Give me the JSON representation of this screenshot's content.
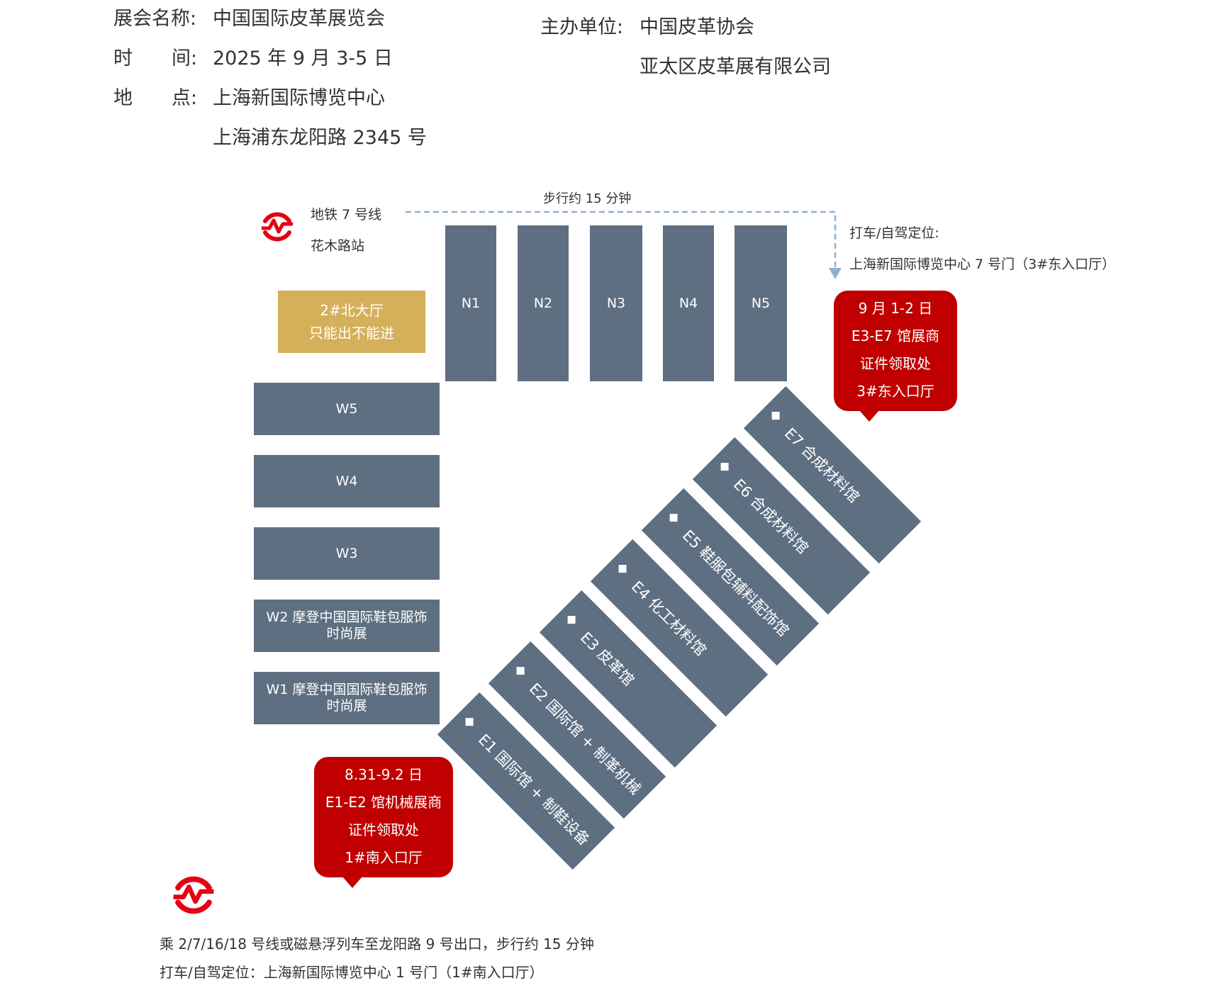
{
  "info": {
    "name_label": "展会名称:",
    "name_value": "中国国际皮革展览会",
    "time_label_1": "时",
    "time_label_2": "间:",
    "time_value": "2025 年 9 月 3-5 日",
    "place_label_1": "地",
    "place_label_2": "点:",
    "place_value_1": "上海新国际博览中心",
    "place_value_2": "上海浦东龙阳路 2345 号",
    "organizer_label": "主办单位:",
    "organizer_1": "中国皮革协会",
    "organizer_2": "亚太区皮革展有限公司"
  },
  "metro_top": {
    "line": "地铁 7 号线",
    "station": "花木路站",
    "walk": "步行约 15 分钟"
  },
  "taxi_top": {
    "title": "打车/自驾定位:",
    "address": "上海新国际博览中心 7 号门（3#东入口厅）"
  },
  "north_hall": {
    "line1": "2#北大厅",
    "line2": "只能出不能进"
  },
  "n_halls": [
    "N1",
    "N2",
    "N3",
    "N4",
    "N5"
  ],
  "w_halls": [
    {
      "line1": "W5",
      "line2": ""
    },
    {
      "line1": "W4",
      "line2": ""
    },
    {
      "line1": "W3",
      "line2": ""
    },
    {
      "line1": "W2 摩登中国国际鞋包服饰",
      "line2": "时尚展"
    },
    {
      "line1": "W1 摩登中国国际鞋包服饰",
      "line2": "时尚展"
    }
  ],
  "e_halls": [
    "E1 国际馆 + 制鞋设备",
    "E2 国际馆 + 制革机械",
    "E3 皮革馆",
    "E4 化工材料馆",
    "E5 鞋服包辅料配饰馆",
    "E6 合成材料馆",
    "E7 合成材料馆"
  ],
  "callout_east": {
    "l1": "9 月 1-2 日",
    "l2": "E3-E7 馆展商",
    "l3": "证件领取处",
    "l4": "3#东入口厅"
  },
  "callout_south": {
    "l1": "8.31-9.2 日",
    "l2": "E1-E2 馆机械展商",
    "l3": "证件领取处",
    "l4": "1#南入口厅"
  },
  "bottom": {
    "metro": "乘 2/7/16/18 号线或磁悬浮列车至龙阳路 9 号出口，步行约 15 分钟",
    "taxi": "打车/自驾定位：上海新国际博览中心 1 号门（1#南入口厅）"
  },
  "colors": {
    "hall": "#5f6f82",
    "callout": "#c00000",
    "gold": "#d4b05a",
    "metro_logo": "#e60012",
    "route": "#8fb0d3"
  }
}
